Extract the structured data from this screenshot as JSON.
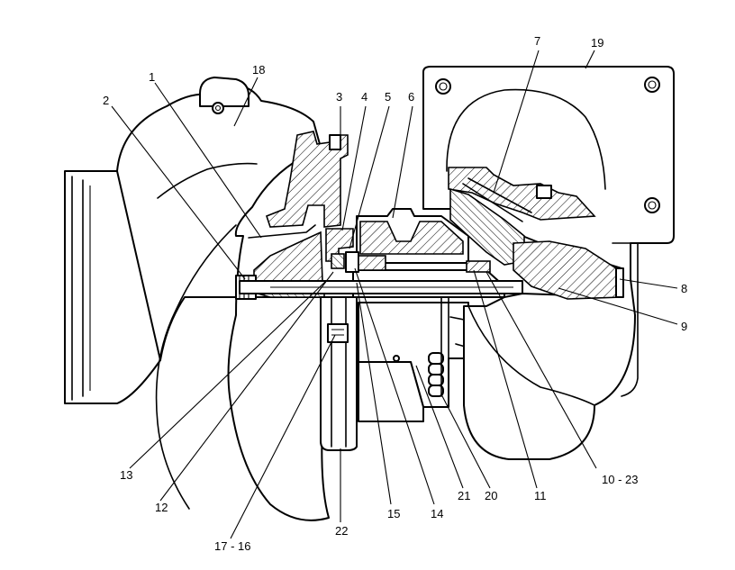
{
  "callouts": [
    {
      "id": "c1",
      "label": "1"
    },
    {
      "id": "c2",
      "label": "2"
    },
    {
      "id": "c3",
      "label": "3"
    },
    {
      "id": "c4",
      "label": "4"
    },
    {
      "id": "c5",
      "label": "5"
    },
    {
      "id": "c6",
      "label": "6"
    },
    {
      "id": "c7",
      "label": "7"
    },
    {
      "id": "c8",
      "label": "8"
    },
    {
      "id": "c9",
      "label": "9"
    },
    {
      "id": "c10_23",
      "label": "10 - 23"
    },
    {
      "id": "c11",
      "label": "11"
    },
    {
      "id": "c12",
      "label": "12"
    },
    {
      "id": "c13",
      "label": "13"
    },
    {
      "id": "c14",
      "label": "14"
    },
    {
      "id": "c15",
      "label": "15"
    },
    {
      "id": "c17_16",
      "label": "17 - 16"
    },
    {
      "id": "c18",
      "label": "18"
    },
    {
      "id": "c19",
      "label": "19"
    },
    {
      "id": "c20",
      "label": "20"
    },
    {
      "id": "c21",
      "label": "21"
    },
    {
      "id": "c22",
      "label": "22"
    }
  ]
}
